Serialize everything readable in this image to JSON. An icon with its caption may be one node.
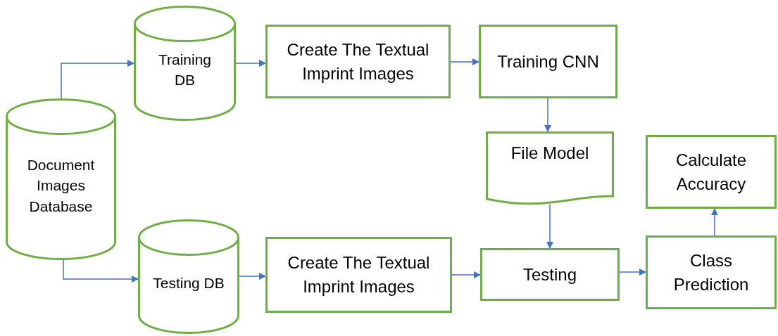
{
  "diagram": {
    "nodes": [
      {
        "text": [
          "Document Images Database"
        ]
      },
      {
        "text": [
          "Training DB"
        ]
      },
      {
        "text": [
          "Create The Textual Imprint Images"
        ]
      },
      {
        "text": [
          "Training CNN"
        ]
      },
      {
        "text": [
          "File Model"
        ]
      },
      {
        "text": [
          "Calculate Accuracy"
        ]
      },
      {
        "text": [
          "Testing DB"
        ]
      },
      {
        "text": [
          "Create The Textual Imprint Images"
        ]
      },
      {
        "text": [
          "Testing"
        ]
      },
      {
        "text": [
          "Class Prediction"
        ]
      }
    ],
    "edges": [
      {
        "from": 0,
        "to": 1,
        "arrow": "to"
      },
      {
        "from": 1,
        "to": 2,
        "arrow": "to"
      },
      {
        "from": 2,
        "to": 3,
        "arrow": "to"
      },
      {
        "from": 3,
        "to": 4,
        "arrow": "to"
      },
      {
        "from": 0,
        "to": 6,
        "arrow": "to"
      },
      {
        "from": 6,
        "to": 7,
        "arrow": "to"
      },
      {
        "from": 7,
        "to": 8,
        "arrow": "to"
      },
      {
        "from": 4,
        "to": 8,
        "arrow": "to"
      },
      {
        "from": 8,
        "to": 9,
        "arrow": "to"
      },
      {
        "from": 9,
        "to": 5,
        "arrow": "to"
      }
    ]
  }
}
